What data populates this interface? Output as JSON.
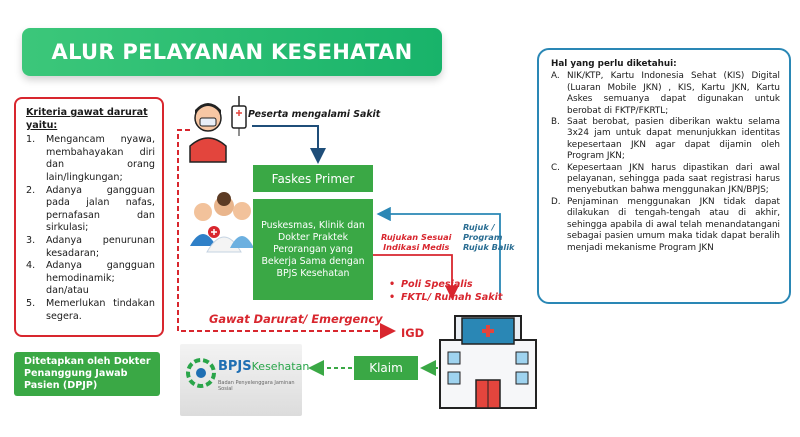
{
  "title": "ALUR PELAYANAN KESEHATAN",
  "criteria": {
    "title": "Kriteria gawat darurat yaitu:",
    "items": [
      {
        "num": "1.",
        "text": "Mengancam nyawa, membahayakan diri dan orang lain/lingkungan;"
      },
      {
        "num": "2.",
        "text": "Adanya gangguan pada jalan nafas, pernafasan dan sirkulasi;"
      },
      {
        "num": "3.",
        "text": "Adanya penurunan kesadaran;"
      },
      {
        "num": "4.",
        "text": "Adanya gangguan hemodinamik; dan/atau"
      },
      {
        "num": "5.",
        "text": "Memerlukan tindakan segera."
      }
    ]
  },
  "info": {
    "title": "Hal yang perlu diketahui:",
    "items": [
      {
        "letter": "A.",
        "text": "NIK/KTP, Kartu Indonesia Sehat (KIS) Digital (Luaran Mobile JKN) , KIS, Kartu JKN, Kartu Askes semuanya dapat digunakan untuk berobat di FKTP/FKRTL;"
      },
      {
        "letter": "B.",
        "text": "Saat berobat, pasien diberikan waktu selama 3x24 jam untuk dapat menunjukkan identitas kepesertaan JKN agar dapat dijamin oleh Program JKN;"
      },
      {
        "letter": "C.",
        "text": "Kepesertaan JKN harus dipastikan dari awal pelayanan, sehingga pada saat registrasi harus menyebutkan bahwa menggunakan JKN/BPJS;"
      },
      {
        "letter": "D.",
        "text": "Penjaminan menggunakan JKN tidak dapat dilakukan di tengah-tengah atau di akhir, sehingga apabila di awal telah menandatangani sebagai pasien umum maka tidak dapat beralih menjadi mekanisme Program JKN"
      }
    ]
  },
  "flow": {
    "peserta": "Peserta mengalami Sakit",
    "faskes_primer": "Faskes Primer",
    "puskesmas": "Puskesmas, Klinik dan Dokter Praktek Perorangan yang Bekerja Sama dengan BPJS Kesehatan",
    "rujukan_sesuai": "Rujukan Sesuai\nIndikasi Medis",
    "rujuk_program": "Rujuk /\nProgram\nRujuk Balik",
    "poli_spesialis": "Poli Spesialis",
    "fktl": "FKTL/ Rumah Sakit",
    "gawat_darurat": "Gawat Darurat/ Emergency",
    "igd": "IGD",
    "klaim": "Klaim",
    "dpjp": "Ditetapkan oleh Dokter Penanggung Jawab Pasien (DPJP)"
  },
  "bpjs": {
    "brand": "BPJS",
    "brand2": "Kesehatan",
    "subtitle": "Badan Penyelenggara Jaminan Sosial"
  },
  "colors": {
    "green": "#3aa845",
    "red": "#d8262e",
    "blue": "#2a87b5",
    "title_green": "#22b86d"
  }
}
